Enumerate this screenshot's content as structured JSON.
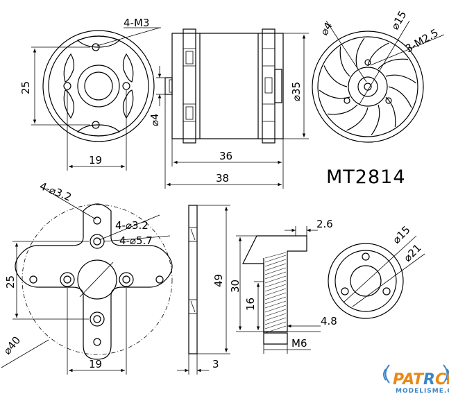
{
  "title": "MT2814",
  "motor_front": {
    "holes": "4-M3",
    "bolt_spacing": "25",
    "bolt_spacing_2": "19"
  },
  "motor_side": {
    "shaft": "⌀4",
    "length_body": "36",
    "length_total": "38",
    "diameter": "⌀35"
  },
  "motor_rear": {
    "shaft": "⌀4",
    "inner": "⌀15",
    "holes": "3-M2.5"
  },
  "cross_mount": {
    "holes_outer": "4-⌀3.2",
    "holes_inner": "4-⌀3.2",
    "holes_inner_2": "4-⌀5.7",
    "height": "25",
    "width": "19",
    "diameter": "⌀40"
  },
  "mount_side": {
    "height": "49",
    "thickness": "3"
  },
  "prop_adapter": {
    "flange": "2.6",
    "height_total": "30",
    "height_shaft": "16",
    "step": "4.8",
    "thread": "M6"
  },
  "adapter_ring": {
    "inner": "⌀15",
    "outer": "⌀21"
  },
  "logo": {
    "brand_a": "PAT",
    "brand_b": "R",
    "brand_c": "CK",
    "site": "MODELISME.COM"
  }
}
